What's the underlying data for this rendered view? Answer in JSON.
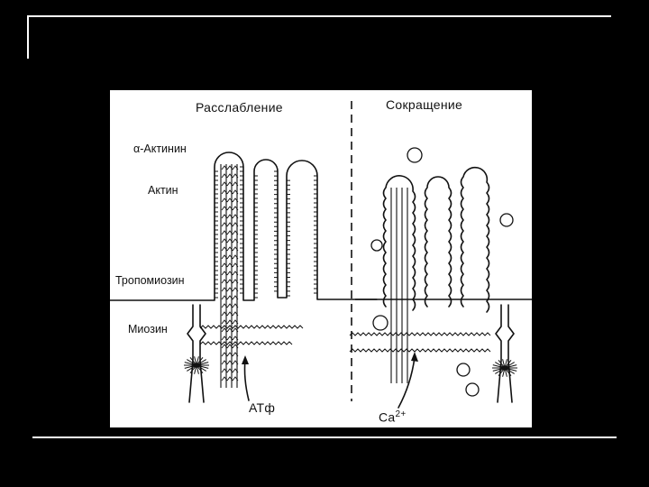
{
  "slide": {
    "background_color": "#000000",
    "frame_color": "#ffffff"
  },
  "figure": {
    "panel_left_title": "Расслабление",
    "panel_right_title": "Сокращение",
    "labels": {
      "alpha_actinin": "α-Актинин",
      "actin": "Актин",
      "tropomyosin": "Тропомиозин",
      "myosin": "Миозин",
      "atp": "АТф",
      "calcium": "Ca",
      "calcium_charge": "2+"
    }
  }
}
